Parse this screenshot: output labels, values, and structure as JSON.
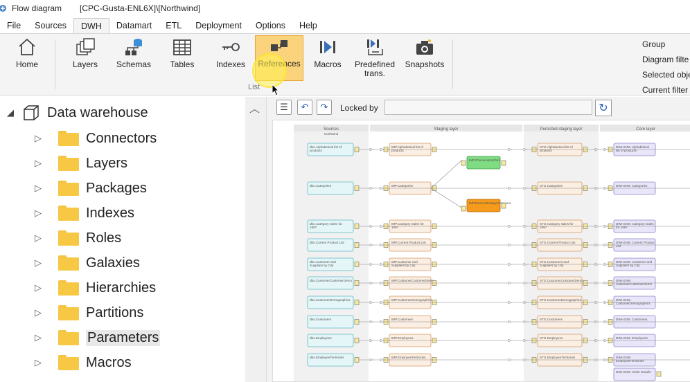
{
  "window": {
    "title": "Flow diagram",
    "context": "[CPC-Gusta-ENL6X]\\[Northwind]"
  },
  "menu": [
    "File",
    "Sources",
    "DWH",
    "Datamart",
    "ETL",
    "Deployment",
    "Options",
    "Help"
  ],
  "menu_selected": "DWH",
  "ribbon": {
    "home": "Home",
    "layers": "Layers",
    "schemas": "Schemas",
    "tables": "Tables",
    "indexes": "Indexes",
    "references": "References",
    "macros": "Macros",
    "predefined_1": "Predefined",
    "predefined_2": "trans.",
    "snapshots": "Snapshots",
    "group_label": "List",
    "right": [
      "Group",
      "Diagram filte",
      "Selected obje",
      "Current filter"
    ]
  },
  "tree": {
    "root": "Data warehouse",
    "items": [
      "Connectors",
      "Layers",
      "Packages",
      "Indexes",
      "Roles",
      "Galaxies",
      "Hierarchies",
      "Partitions",
      "Parameters",
      "Macros"
    ],
    "selected": "Parameters"
  },
  "toolbar": {
    "locked_by": "Locked by"
  },
  "diagram": {
    "lanes": [
      "Sources",
      "Staging layer",
      "Persisted staging layer",
      "Core layer"
    ],
    "lane_sub": "Northwind",
    "rows": [
      [
        "dbo.Alphabetical list of products",
        "IMP.Alphabetical list of products",
        "STG.Alphabetical list of products",
        "DWH.DIM. Alphabetical list of products"
      ],
      [
        "dbo.Categories",
        "IMP.Categories",
        "STG.Categories",
        "DWH.DIM. Categories"
      ],
      [
        "dbo.Category Sales for 1997",
        "IMP.Category Sales for 1997",
        "STG.Category Sales for 1997",
        "DWH.DIM. Category Sales for 1997"
      ],
      [
        "dbo.Current Product List",
        "IMP.Current Product List",
        "STG.Current Product List",
        "DWH.DIM. Current Product List"
      ],
      [
        "dbo.Customer and Suppliers by City",
        "IMP.Customer and Suppliers by City",
        "STG.Customers and Suppliers by City",
        "DWH.DIM. Customer and Suppliers by City"
      ],
      [
        "dbo.CustomerCustomerDemo",
        "IMP.CustomerCustomerDemo",
        "STG.CustomerCustomerDemo",
        "DWH.DIM. CustomerCustomerDemo"
      ],
      [
        "dbo.CustomerDemographics",
        "IMP.CustomerDemographics",
        "STG.CustomerDemographics",
        "DWH.DIM. CustomerDemographics"
      ],
      [
        "dbo.Customers",
        "IMP.Customers",
        "STG.Customers",
        "DWH.DIM. Customers"
      ],
      [
        "dbo.Employees",
        "IMP.Employees",
        "STG.Employees",
        "DWH.DIM. Employees"
      ],
      [
        "dbo.EmployeeTerritories",
        "IMP.EmployeeTerritories",
        "STG.EmployeeTerritories",
        "DWH.DIM. EmployeeTerritories"
      ]
    ],
    "checkout": "IMP.CheckoutpoiStore",
    "external": "IMP.ExternalCategoriesCount",
    "extra": "DWH.DIM. Order Details"
  },
  "colors": {
    "source": "#e4f6f8",
    "staging": "#fbeee2",
    "persisted": "#fbeee2",
    "core": "#e8e6f8",
    "green": "#7fdc82",
    "orange": "#f59a1a",
    "highlight": "#fbd37c"
  }
}
